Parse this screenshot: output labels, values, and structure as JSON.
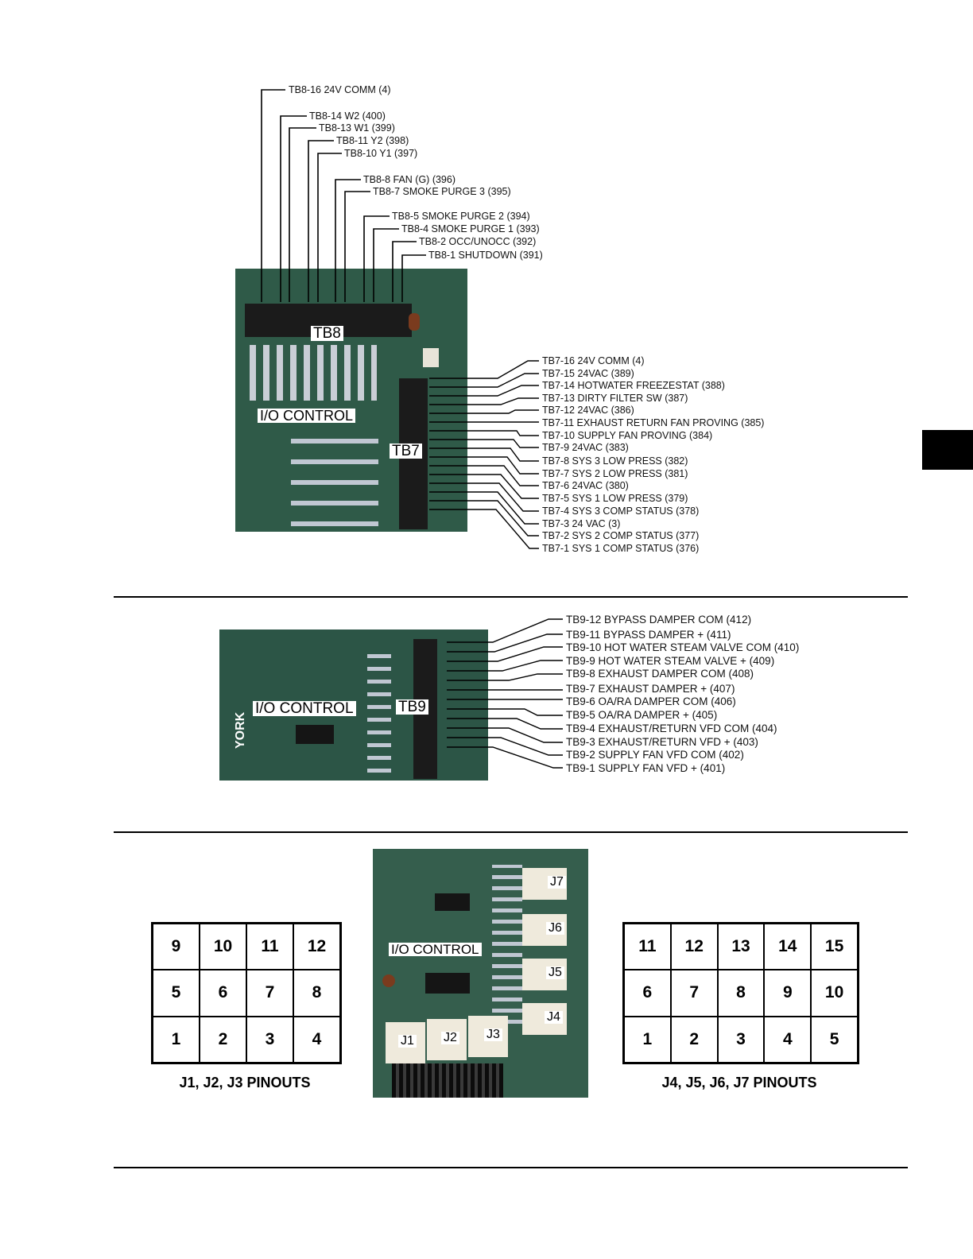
{
  "tb8": {
    "board_label": "I/O CONTROL",
    "terminal_label": "TB8",
    "items": [
      "TB8-16 24V COMM (4)",
      "TB8-14 W2 (400)",
      "TB8-13 W1 (399)",
      "TB8-11 Y2 (398)",
      "TB8-10 Y1 (397)",
      "TB8-8 FAN (G) (396)",
      "TB8-7 SMOKE PURGE 3 (395)",
      "TB8-5 SMOKE PURGE 2 (394)",
      "TB8-4 SMOKE PURGE 1 (393)",
      "TB8-2 OCC/UNOCC (392)",
      "TB8-1 SHUTDOWN (391)"
    ]
  },
  "tb7": {
    "terminal_label": "TB7",
    "items": [
      "TB7-16 24V COMM (4)",
      "TB7-15 24VAC (389)",
      "TB7-14 HOTWATER FREEZESTAT (388)",
      "TB7-13 DIRTY FILTER SW (387)",
      "TB7-12 24VAC (386)",
      "TB7-11 EXHAUST RETURN FAN PROVING (385)",
      "TB7-10 SUPPLY FAN PROVING (384)",
      "TB7-9 24VAC (383)",
      "TB7-8 SYS 3 LOW PRESS (382)",
      "TB7-7 SYS 2 LOW PRESS (381)",
      "TB7-6 24VAC (380)",
      "TB7-5 SYS 1 LOW PRESS (379)",
      "TB7-4 SYS 3 COMP STATUS (378)",
      "TB7-3 24 VAC (3)",
      "TB7-2 SYS 2 COMP STATUS (377)",
      "TB7-1 SYS 1 COMP STATUS (376)"
    ]
  },
  "tb9": {
    "board_label": "I/O CONTROL",
    "terminal_label": "TB9",
    "brand": "YORK",
    "items": [
      "TB9-12 BYPASS DAMPER COM (412)",
      "TB9-11 BYPASS DAMPER + (411)",
      "TB9-10 HOT WATER STEAM VALVE COM (410)",
      "TB9-9 HOT WATER STEAM VALVE + (409)",
      "TB9-8 EXHAUST DAMPER COM (408)",
      "TB9-7 EXHAUST DAMPER  + (407)",
      "TB9-6 OA/RA DAMPER COM (406)",
      "TB9-5 OA/RA DAMPER + (405)",
      "TB9-4 EXHAUST/RETURN VFD COM (404)",
      "TB9-3 EXHAUST/RETURN VFD + (403)",
      "TB9-2 SUPPLY FAN VFD COM (402)",
      "TB9-1 SUPPLY FAN VFD + (401)"
    ]
  },
  "connectors": {
    "board_label": "I/O CONTROL",
    "labels": [
      "J1",
      "J2",
      "J3",
      "J4",
      "J5",
      "J6",
      "J7"
    ]
  },
  "pinout_left": {
    "title": "J1, J2, J3 PINOUTS",
    "rows": [
      [
        "9",
        "10",
        "11",
        "12"
      ],
      [
        "5",
        "6",
        "7",
        "8"
      ],
      [
        "1",
        "2",
        "3",
        "4"
      ]
    ]
  },
  "pinout_right": {
    "title": "J4, J5, J6, J7 PINOUTS",
    "rows": [
      [
        "11",
        "12",
        "13",
        "14",
        "15"
      ],
      [
        "6",
        "7",
        "8",
        "9",
        "10"
      ],
      [
        "1",
        "2",
        "3",
        "4",
        "5"
      ]
    ]
  }
}
